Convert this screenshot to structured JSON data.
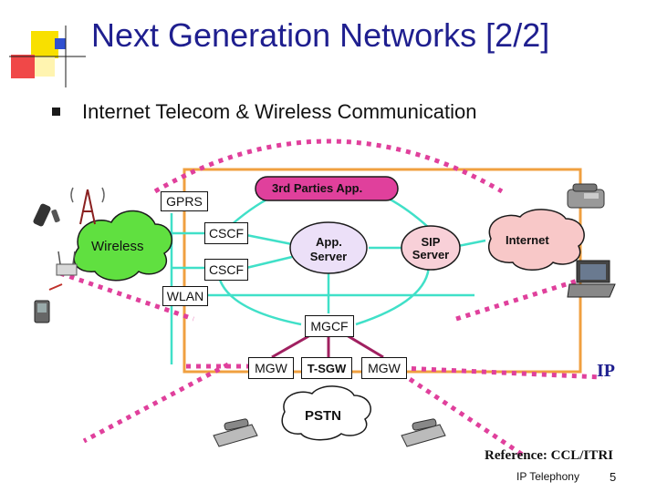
{
  "slide": {
    "title": "Next Generation Networks [2/2]",
    "bullet": "Internet Telecom & Wireless Communication",
    "reference": "Reference: CCL/ITRI",
    "footer_title": "IP Telephony",
    "page_number": "5"
  },
  "diagram": {
    "third_parties": "3rd Parties App.",
    "gprs": "GPRS",
    "cscf_top": "CSCF",
    "cscf_bottom": "CSCF",
    "wireless": "Wireless",
    "app_server_line1": "App.",
    "app_server_line2": "Server",
    "sip_server_line1": "SIP",
    "sip_server_line2": "Server",
    "internet": "Internet",
    "wlan": "WLAN",
    "mgcf": "MGCF",
    "mgw_left": "MGW",
    "t_sgw": "T-SGW",
    "mgw_right": "MGW",
    "ip": "IP",
    "pstn": "PSTN"
  },
  "colors": {
    "title": "#1f1f8f",
    "ip_frame": "#f0a040",
    "links": "#40e0c8",
    "boundary": "#e0409c",
    "core_links": "#a02060",
    "cloud_fill": "#60e040",
    "pill_fill": "#e0409c",
    "app_server_fill": "#ece0f8",
    "sip_server_fill": "#f8d0d8",
    "internet_fill": "#f8c8c8",
    "logo_yellow": "#f8e000",
    "logo_red": "#f04848",
    "logo_blue": "#3050d0"
  },
  "icons": [
    "logo-squares",
    "bullet-square",
    "antenna-tower-icon",
    "mobile-phone-icon",
    "access-point-icon",
    "pda-icon",
    "desk-phone-icon",
    "laptop-icon",
    "telephone-icon"
  ]
}
